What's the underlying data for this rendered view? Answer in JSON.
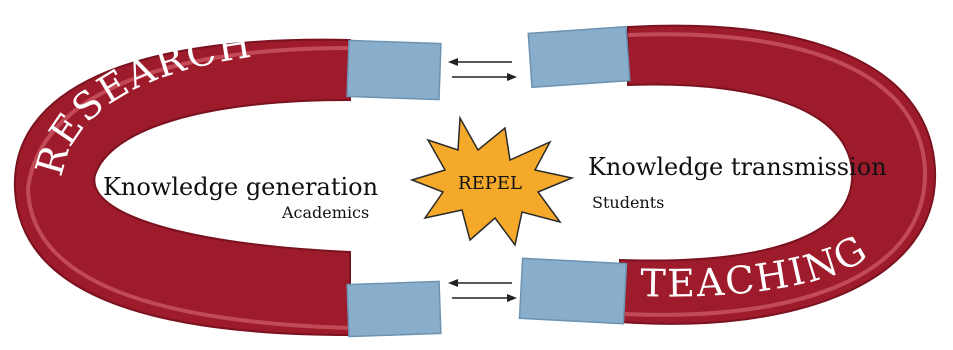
{
  "colors": {
    "magnet": "#9e1b2b",
    "magnet_dark": "#7a1220",
    "magnet_light": "#c24a57",
    "pole": "#89aecb",
    "pole_dark": "#6d93b2",
    "star": "#f4a92a",
    "star_stroke": "#2a2a2a",
    "text": "#111111",
    "arc_text": "#ffffff"
  },
  "left_magnet": {
    "arc_label": "RESEARCH",
    "main_label": "Knowledge generation",
    "sub_label": "Academics"
  },
  "right_magnet": {
    "arc_label": "TEACHING",
    "main_label": "Knowledge transmission",
    "sub_label": "Students"
  },
  "center": {
    "burst_label": "REPEL"
  }
}
